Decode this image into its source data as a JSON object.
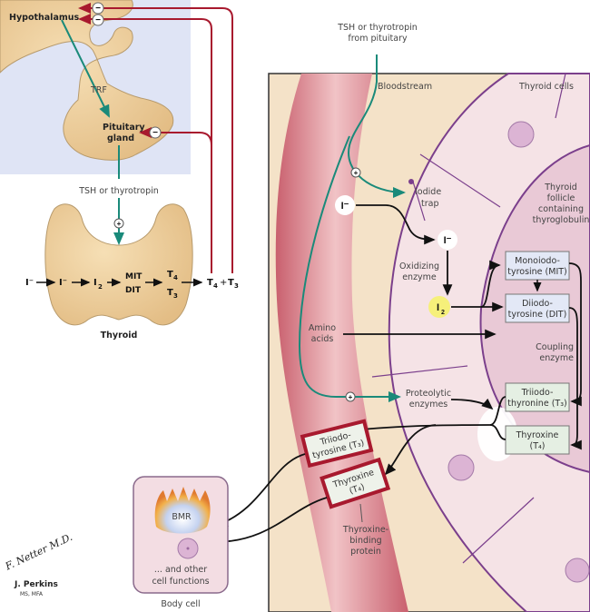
{
  "hypothalamus_panel": {
    "hypothalamus_label": "Hypothalamus",
    "trf_label": "TRF",
    "pituitary_label_line1": "Pituitary",
    "pituitary_label_line2": "gland",
    "tsh_label": "TSH or thyrotropin",
    "inhibit_symbol": "−",
    "stimulate_symbol": "+"
  },
  "thyroid_panel": {
    "thyroid_label": "Thyroid",
    "pathway": {
      "iodide_in": "I⁻",
      "iodide": "I⁻",
      "iodine": "I",
      "iodine_sub": "2",
      "mit": "MIT",
      "dit": "DIT",
      "t4": "T",
      "t4_sub": "4",
      "t3": "T",
      "t3_sub": "3",
      "output_t4": "T",
      "output_t4_sub": "4",
      "plus": "+",
      "output_t3": "T",
      "output_t3_sub": "3"
    }
  },
  "cell_panel": {
    "tsh_source_line1": "TSH or thyrotropin",
    "tsh_source_line2": "from pituitary",
    "bloodstream_label": "Bloodstream",
    "thyroid_cells_label": "Thyroid cells",
    "iodide_trap_line1": "Iodide",
    "iodide_trap_line2": "trap",
    "follicle_line1": "Thyroid",
    "follicle_line2": "follicle",
    "follicle_line3": "containing",
    "follicle_line4": "thyroglobulin",
    "iodide_circle": "I⁻",
    "iodide_circle2": "I⁻",
    "oxidizing_line1": "Oxidizing",
    "oxidizing_line2": "enzyme",
    "i2_main": "I",
    "i2_sub": "2",
    "amino_line1": "Amino",
    "amino_line2": "acids",
    "coupling_line1": "Coupling",
    "coupling_line2": "enzyme",
    "proteolytic_line1": "Proteolytic",
    "proteolytic_line2": "enzymes",
    "mit_box_line1": "Monoiodo-",
    "mit_box_line2": "tyrosine (MIT)",
    "dit_box_line1": "Diiodo-",
    "dit_box_line2": "tyrosine (DIT)",
    "t3_box_line1": "Triiodo-",
    "t3_box_line2": "thyronine (T₃)",
    "t4_box_line1": "Thyroxine",
    "t4_box_line2": "(T₄)",
    "blood_t3_line1": "Triiodo-",
    "blood_t3_line2": "tyrosine (T₃)",
    "blood_t4_line1": "Thyroxine",
    "blood_t4_line2": "(T₄)",
    "binding_line1": "Thyroxine-",
    "binding_line2": "binding",
    "binding_line3": "protein",
    "stimulate_symbol": "+"
  },
  "body_cell": {
    "bmr_label": "BMR",
    "other_line1": "... and other",
    "other_line2": "cell functions",
    "caption": "Body cell"
  },
  "signature": {
    "scrawl": "F. Netter M.D.",
    "artist": "J. Perkins",
    "credentials": "MS, MFA"
  },
  "colors": {
    "teal": "#1a8a7a",
    "crimson": "#a8192e",
    "purple": "#7b3f8c",
    "tan": "#f0d3a0",
    "lavender_bg": "#dfe4f5",
    "vessel": "#d9808a"
  }
}
